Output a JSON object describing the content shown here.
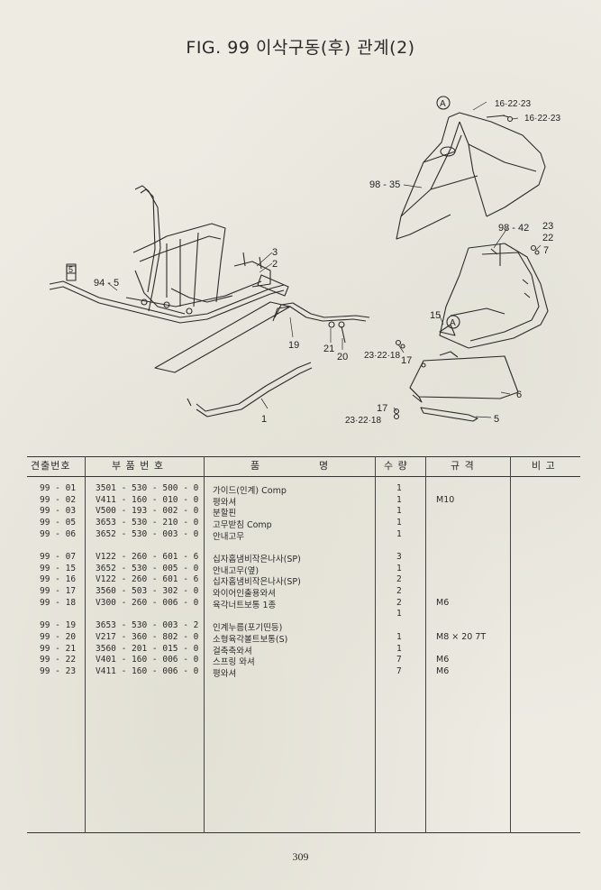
{
  "title": "FIG. 99 이삭구동(후) 관계(2)",
  "callouts": {
    "c94_5": "94 - 5",
    "c5_box": "5",
    "c3": "3",
    "c2": "2",
    "c19": "19",
    "c21": "21",
    "c20": "20",
    "c1": "1",
    "cA1": "A",
    "c16_a": "16·22·23",
    "c16_b": "16·22·23",
    "c98_35": "98 - 35",
    "c98_42": "98 - 42",
    "c23": "23",
    "c22": "22",
    "c7": "7",
    "c15": "15",
    "cA2": "A",
    "c23_22_18_a": "23·22·18",
    "c17_a": "17",
    "c6": "6",
    "c17_b": "17",
    "c23_22_18_b": "23·22·18",
    "c5": "5"
  },
  "table": {
    "headers": {
      "no": "견출번호",
      "part": "부 품 번 호",
      "name_a": "품",
      "name_b": "명",
      "qty": "수 량",
      "spec": "규 격",
      "note": "비 고"
    },
    "rows": [
      {
        "no": "99 - 01",
        "part": "3501 - 530 - 500 - 0",
        "name": "가이드(인계) Comp",
        "qty": "1",
        "spec": ""
      },
      {
        "no": "99 - 02",
        "part": "V411 - 160 - 010 - 0",
        "name": "평와셔",
        "qty": "1",
        "spec": "M10"
      },
      {
        "no": "99 - 03",
        "part": "V500 - 193 - 002 - 0",
        "name": "분할핀",
        "qty": "1",
        "spec": ""
      },
      {
        "no": "99 - 05",
        "part": "3653 - 530 - 210 - 0",
        "name": "고무받침 Comp",
        "qty": "1",
        "spec": ""
      },
      {
        "no": "99 - 06",
        "part": "3652 - 530 - 003 - 0",
        "name": "안내고무",
        "qty": "1",
        "spec": ""
      },
      {
        "no": "99 - 07",
        "part": "V122 - 260 - 601 - 6",
        "name": "십자홈냄비작은나사(SP)",
        "qty": "3",
        "spec": ""
      },
      {
        "no": "99 - 15",
        "part": "3652 - 530 - 005 - 0",
        "name": "안내고무(옆)",
        "qty": "1",
        "spec": ""
      },
      {
        "no": "99 - 16",
        "part": "V122 - 260 - 601 - 6",
        "name": "십자홈냄비작은나사(SP)",
        "qty": "2",
        "spec": ""
      },
      {
        "no": "99 - 17",
        "part": "3560 - 503 - 302 - 0",
        "name": "와이어인출용와셔",
        "qty": "2",
        "spec": ""
      },
      {
        "no": "99 - 18",
        "part": "V300 - 260 - 006 - 0",
        "name": "육각너트보통 1종",
        "qty": "2",
        "spec": "M6"
      },
      {
        "no": "",
        "part": "",
        "name": "",
        "qty": "1",
        "spec": ""
      },
      {
        "no": "99 - 19",
        "part": "3653 - 530 - 003 - 2",
        "name": "인계누름(포기띤등)",
        "qty": "",
        "spec": ""
      },
      {
        "no": "99 - 20",
        "part": "V217 - 360 - 802 - 0",
        "name": "소형육각볼트보통(S)",
        "qty": "1",
        "spec": "M8 × 20 7T"
      },
      {
        "no": "99 - 21",
        "part": "3560 - 201 - 015 - 0",
        "name": "걸축축와셔",
        "qty": "1",
        "spec": ""
      },
      {
        "no": "99 - 22",
        "part": "V401 - 160 - 006 - 0",
        "name": "스프링 와셔",
        "qty": "7",
        "spec": "M6"
      },
      {
        "no": "99 - 23",
        "part": "V411 - 160 - 006 - 0",
        "name": "평와셔",
        "qty": "7",
        "spec": "M6"
      }
    ]
  },
  "page_number": "309"
}
